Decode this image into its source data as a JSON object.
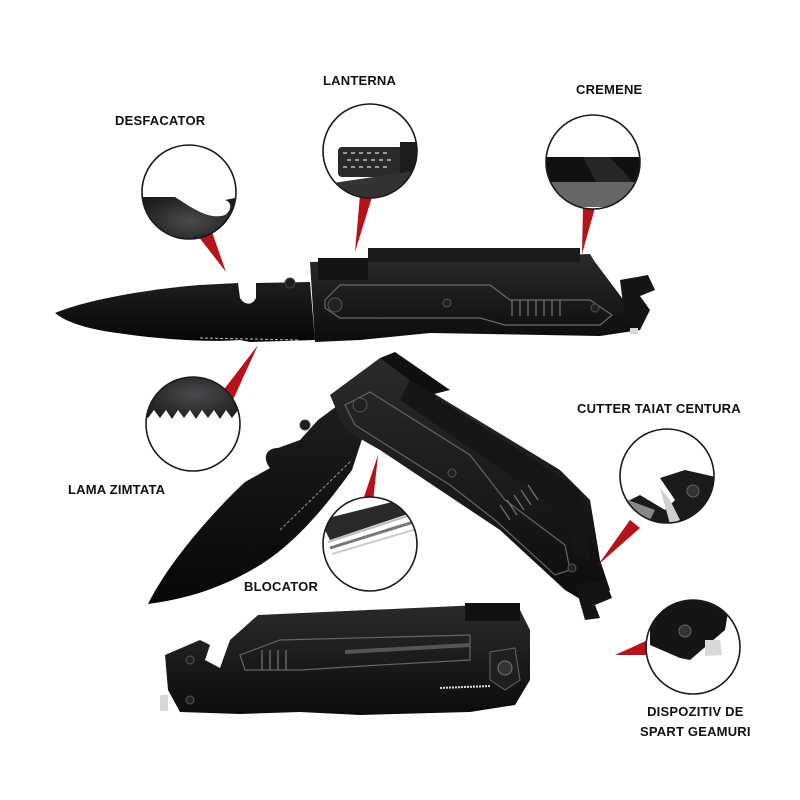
{
  "infographic": {
    "subject": "Multi-function tactical folding knife",
    "background": "#ffffff",
    "accent_color": "#b5121b",
    "labels": {
      "bottle_opener": "DESFACATOR",
      "flashlight": "LANTERNA",
      "fire_starter": "CREMENE",
      "serrated_blade": "LAMA ZIMTATA",
      "belt_cutter": "CUTTER TAIAT CENTURA",
      "lock": "BLOCATOR",
      "glass_breaker_line1": "DISPOZITIV DE",
      "glass_breaker_line2": "SPART GEAMURI"
    },
    "callouts": [
      {
        "name": "bottle_opener",
        "label": "DESFACATOR"
      },
      {
        "name": "flashlight",
        "label": "LANTERNA"
      },
      {
        "name": "fire_starter",
        "label": "CREMENE"
      },
      {
        "name": "serrated_blade",
        "label": "LAMA ZIMTATA"
      },
      {
        "name": "lock",
        "label": "BLOCATOR"
      },
      {
        "name": "belt_cutter",
        "label": "CUTTER TAIAT CENTURA"
      },
      {
        "name": "glass_breaker",
        "label": "DISPOZITIV DE SPART GEAMURI"
      }
    ],
    "views": [
      "knife-open-horizontal",
      "knife-open-angled",
      "knife-closed"
    ]
  }
}
